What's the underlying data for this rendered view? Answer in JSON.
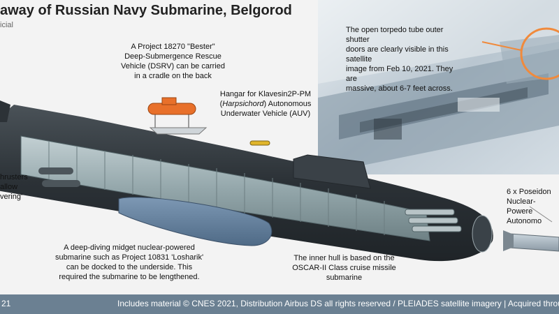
{
  "title": "away of Russian Navy Submarine, Belgorod",
  "subtitle": "icial",
  "labels": {
    "dsrv": [
      "A Project 18270 \"Bester\"",
      "Deep-Submergence Rescue",
      "Vehicle (DSRV) can be carried",
      "in a cradle on the back"
    ],
    "hangar_line1": "Hangar for Klavesin2P-PM",
    "hangar_line2_open": "(",
    "hangar_line2_italic": "Harpsichord",
    "hangar_line2_close": ") Autonomous",
    "hangar_line3": "Underwater Vehicle (AUV)",
    "thrusters": [
      "hrusters",
      "allow",
      "vering'"
    ],
    "midget": [
      "A deep-diving midget nuclear-powered",
      "submarine such as Project 10831 'Losharik'",
      "can be docked to the underside. This",
      "required the submarine to be lengthened."
    ],
    "inner_hull": [
      "The inner hull is based on the",
      "OSCAR-II Class cruise missile",
      "submarine"
    ],
    "poseidon": [
      "6 x Poseidon",
      "Nuclear-Powere",
      "Autonomo"
    ],
    "satellite": [
      "The open torpedo tube outer shutter",
      "doors are clearly visible in this satellite",
      "image from Feb 10, 2021. They are",
      "massive, about 6-7 feet across."
    ]
  },
  "footer": {
    "year": "21",
    "credits": "Includes material © CNES 2021, Distribution Airbus DS all rights reserved / PLEIADES satellite imagery | Acquired through"
  },
  "colors": {
    "footer_bg": "#6b8092",
    "highlight": "#f08a3c",
    "hull_dark": "#2f353b",
    "pressure_hull": "#9fb0b4",
    "rescue_vehicle": "#e8702a"
  }
}
